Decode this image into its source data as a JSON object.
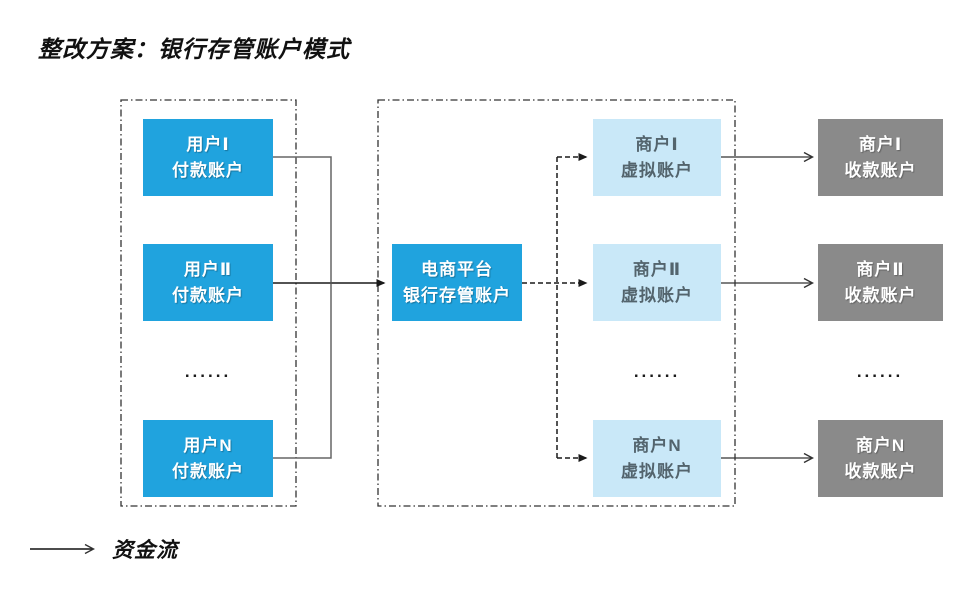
{
  "title": "整改方案：银行存管账户模式",
  "legend": {
    "label": "资金流"
  },
  "ellipsis": "......",
  "columns": {
    "users": {
      "items": [
        {
          "line1": "用户Ⅰ",
          "line2": "付款账户"
        },
        {
          "line1": "用户Ⅱ",
          "line2": "付款账户"
        },
        {
          "line1": "用户N",
          "line2": "付款账户"
        }
      ]
    },
    "platform": {
      "line1": "电商平台",
      "line2": "银行存管账户"
    },
    "virtual": {
      "items": [
        {
          "line1": "商户Ⅰ",
          "line2": "虚拟账户"
        },
        {
          "line1": "商户Ⅱ",
          "line2": "虚拟账户"
        },
        {
          "line1": "商户N",
          "line2": "虚拟账户"
        }
      ]
    },
    "receiving": {
      "items": [
        {
          "line1": "商户Ⅰ",
          "line2": "收款账户"
        },
        {
          "line1": "商户Ⅱ",
          "line2": "收款账户"
        },
        {
          "line1": "商户N",
          "line2": "收款账户"
        }
      ]
    }
  },
  "colors": {
    "user_box": "#20A3DE",
    "virtual_box": "#C9E8F8",
    "virtual_text": "#53646D",
    "receiving_box": "#8A8A8A",
    "box_text": "#FFFFFF",
    "line": "#333333",
    "container_border": "#333333"
  }
}
